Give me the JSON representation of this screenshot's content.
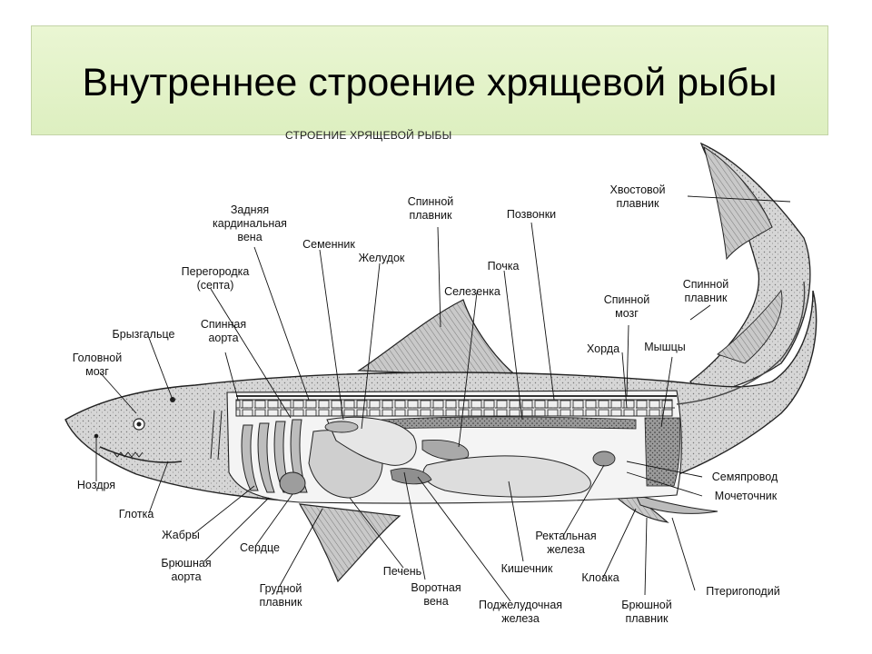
{
  "slide": {
    "title": "Внутреннее строение хрящевой рыбы",
    "subtitle": "СТРОЕНИЕ ХРЯЩЕВОЙ РЫБЫ"
  },
  "labels": {
    "zadnyaya_kardinalnaya_vena": [
      "Задняя",
      "кардинальная",
      "вена"
    ],
    "peregorodka": [
      "Перегородка",
      "(септа)"
    ],
    "bryzgaltse": [
      "Брызгальце"
    ],
    "golovnoy_mozg": [
      "Головной",
      "мозг"
    ],
    "spinnaya_aorta": [
      "Спинная",
      "аорта"
    ],
    "semennik": [
      "Семенник"
    ],
    "zheludok": [
      "Желудок"
    ],
    "spinnoy_plavnik_1": [
      "Спинной",
      "плавник"
    ],
    "pozvonki": [
      "Позвонки"
    ],
    "pochka": [
      "Почка"
    ],
    "selezenka": [
      "Селезенка"
    ],
    "khvostovoy_plavnik": [
      "Хвостовой",
      "плавник"
    ],
    "spinnoy_plavnik_2": [
      "Спинной",
      "плавник"
    ],
    "spinnoy_mozg": [
      "Спинной",
      "мозг"
    ],
    "khorda": [
      "Хорда"
    ],
    "myshtsy": [
      "Мышцы"
    ],
    "nozdrya": [
      "Ноздря"
    ],
    "glotka": [
      "Глотка"
    ],
    "zhabry": [
      "Жабры"
    ],
    "bryushnaya_aorta": [
      "Брюшная",
      "аорта"
    ],
    "serdtse": [
      "Сердце"
    ],
    "grudnoy_plavnik": [
      "Грудной",
      "плавник"
    ],
    "pechen": [
      "Печень"
    ],
    "vorotnaya_vena": [
      "Воротная",
      "вена"
    ],
    "podzheludochnaya_zheleza": [
      "Поджелудочная",
      "железа"
    ],
    "kishechnik": [
      "Кишечник"
    ],
    "rektalnaya_zheleza": [
      "Ректальная",
      "железа"
    ],
    "kloaka": [
      "Клоака"
    ],
    "bryushnoy_plavnik": [
      "Брюшной",
      "плавник"
    ],
    "pterigopodiy": [
      "Птеригоподий"
    ],
    "semyaprovod": [
      "Семяпровод"
    ],
    "mochetochnik": [
      "Мочеточник"
    ]
  }
}
